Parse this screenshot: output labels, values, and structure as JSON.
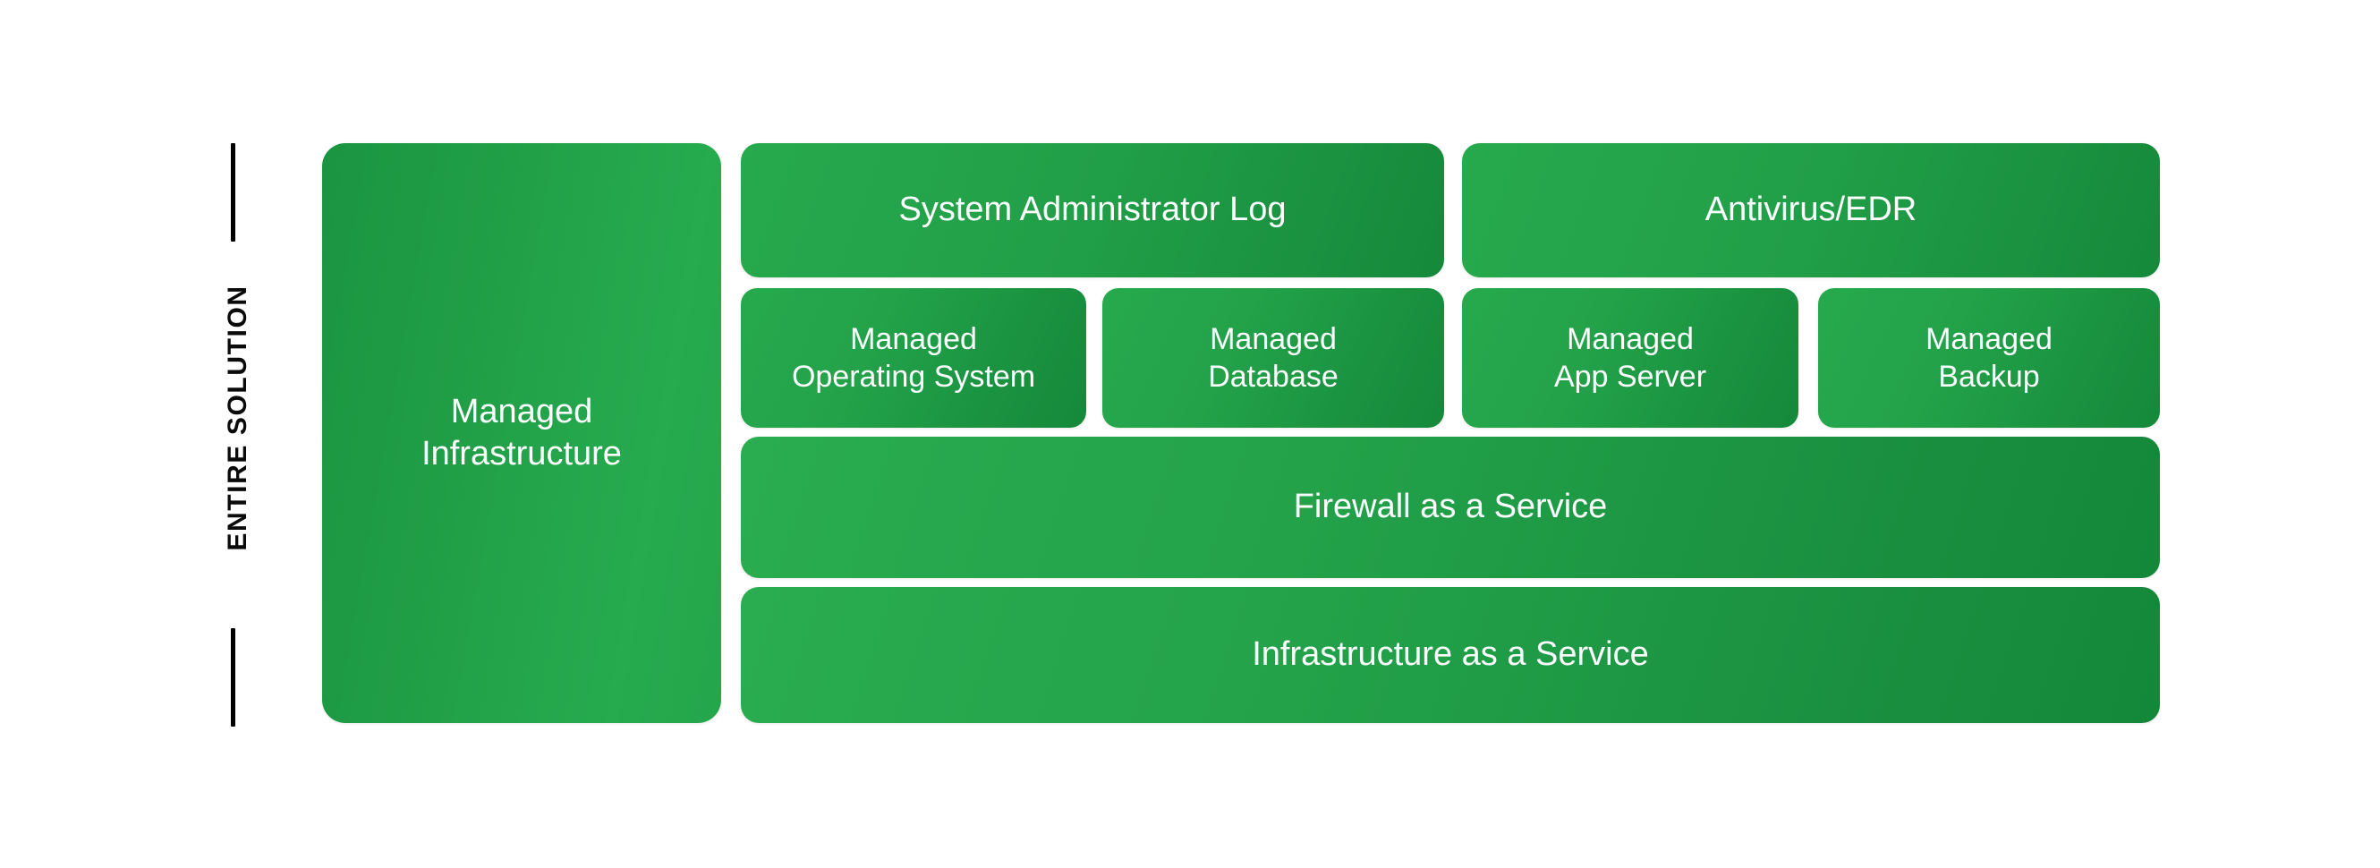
{
  "diagram": {
    "axis": {
      "label": "ENTIRE SOLUTION"
    },
    "left_column": {
      "card": {
        "label": "Managed\nInfrastructure",
        "line1": "Managed",
        "line2": "Infrastructure"
      }
    },
    "rows": [
      {
        "name": "row-1",
        "cards": [
          {
            "label": "System Administrator Log"
          },
          {
            "label": "Antivirus/EDR"
          }
        ]
      },
      {
        "name": "row-2",
        "cards": [
          {
            "line1": "Managed",
            "line2": "Operating System"
          },
          {
            "line1": "Managed",
            "line2": "Database"
          },
          {
            "line1": "Managed",
            "line2": "App Server"
          },
          {
            "line1": "Managed",
            "line2": "Backup"
          }
        ]
      },
      {
        "name": "row-3",
        "cards": [
          {
            "label": "Firewall as a Service"
          }
        ]
      },
      {
        "name": "row-4",
        "cards": [
          {
            "label": "Infrastructure as a Service"
          }
        ]
      }
    ],
    "colors": {
      "green_light": "#2aac50",
      "green_mid": "#22a049",
      "green_dark": "#148839",
      "text_on_card": "#ffffff",
      "axis_line": "#000000",
      "background": "#ffffff"
    }
  }
}
